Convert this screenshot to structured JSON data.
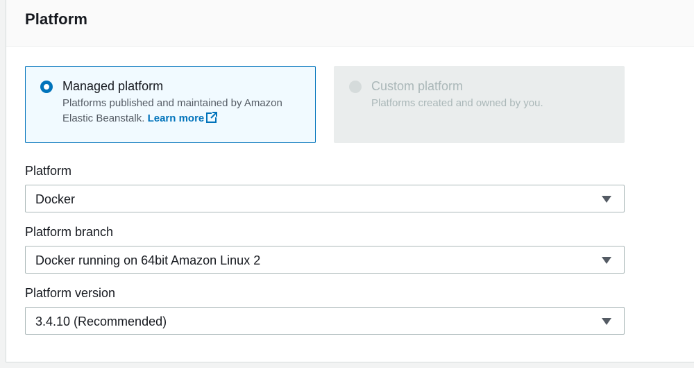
{
  "section": {
    "title": "Platform"
  },
  "platform_type": {
    "managed": {
      "title": "Managed platform",
      "description": "Platforms published and maintained by Amazon Elastic Beanstalk.",
      "learn_more": "Learn more",
      "selected": true
    },
    "custom": {
      "title": "Custom platform",
      "description": "Platforms created and owned by you.",
      "selected": false,
      "disabled": true
    }
  },
  "fields": {
    "platform": {
      "label": "Platform",
      "value": "Docker"
    },
    "platform_branch": {
      "label": "Platform branch",
      "value": "Docker running on 64bit Amazon Linux 2"
    },
    "platform_version": {
      "label": "Platform version",
      "value": "3.4.10 (Recommended)"
    }
  },
  "icons": {
    "external_link": "external-link-icon",
    "dropdown": "caret-down-icon"
  },
  "colors": {
    "accent": "#0073bb",
    "selected_tile_bg": "#f1faff",
    "disabled_tile_bg": "#eaeded",
    "disabled_text": "#aab7b8"
  }
}
